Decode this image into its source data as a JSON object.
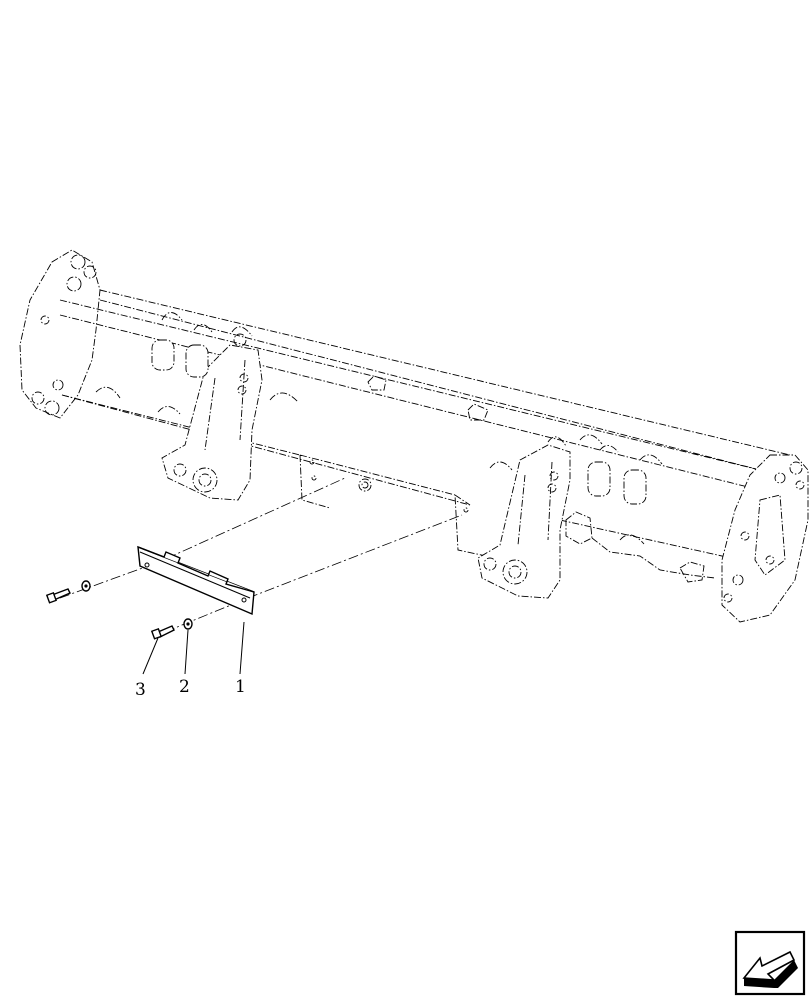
{
  "diagram": {
    "callouts": [
      {
        "id": "1",
        "text": "1"
      },
      {
        "id": "2",
        "text": "2"
      },
      {
        "id": "3",
        "text": "3"
      }
    ],
    "nav_icon": "next-page-arrow-icon"
  }
}
